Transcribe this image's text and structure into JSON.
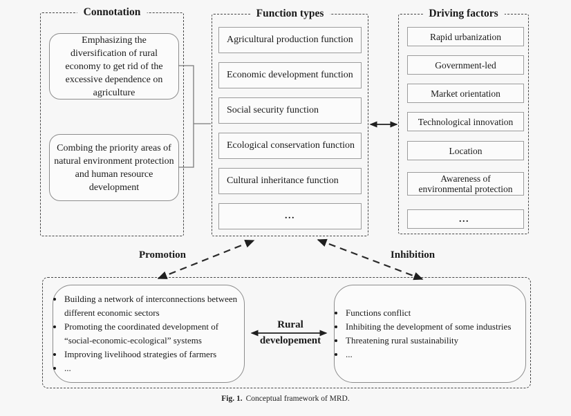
{
  "connotation": {
    "title": "Connotation",
    "items": [
      "Emphasizing the diversification of rural economy to get rid of the excessive dependence on agriculture",
      "Combing the priority areas of natural environment protection and human resource development"
    ]
  },
  "function_types": {
    "title": "Function types",
    "items": [
      "Agricultural production function",
      "Economic development function",
      "Social security function",
      "Ecological conservation function",
      "Cultural inheritance function",
      "..."
    ]
  },
  "driving_factors": {
    "title": "Driving factors",
    "items": [
      "Rapid urbanization",
      "Government-led",
      "Market orientation",
      "Technological innovation",
      "Location",
      "Awareness of environmental protection",
      "..."
    ]
  },
  "relations": {
    "promotion": "Promotion",
    "inhibition": "Inhibition",
    "rural_line1": "Rural",
    "rural_line2": "developement"
  },
  "outcomes": {
    "promotion_effects": [
      "Building a network of interconnections between different economic sectors",
      "Promoting the coordinated development of “social-economic-ecological” systems",
      "Improving livelihood strategies of farmers",
      "..."
    ],
    "inhibition_effects": [
      "Functions conflict",
      "Inhibiting the development of some industries",
      "Threatening rural sustainability",
      "..."
    ]
  },
  "caption": {
    "label": "Fig. 1.",
    "text": "Conceptual framework of MRD."
  },
  "colors": {
    "background": "#f7f7f7",
    "dashed_border": "#454545",
    "box_border": "#9b9b9b",
    "text": "#1a1a1a"
  }
}
